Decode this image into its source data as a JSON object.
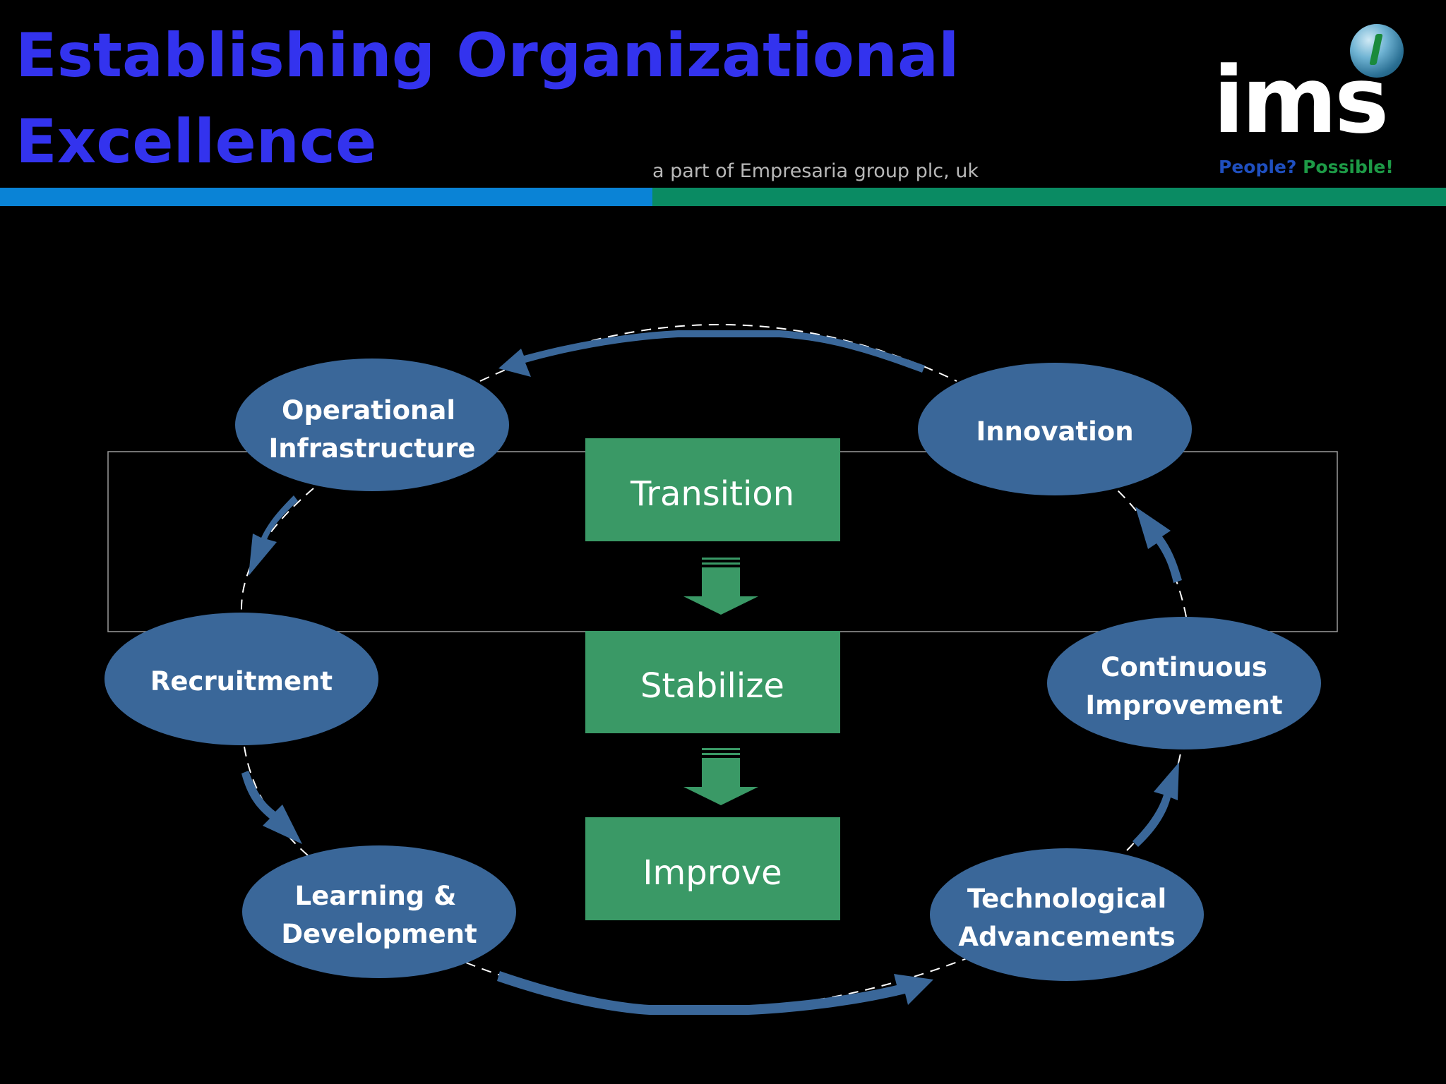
{
  "header": {
    "title": "Establishing Organizational\nExcellence",
    "tagline": "a part of Empresaria group plc, uk"
  },
  "logo": {
    "wordmark": "ims",
    "tagline_part1": "People?",
    "tagline_part2": "Possible!",
    "icon": "globe-icon"
  },
  "colors": {
    "title": "#3333ee",
    "ellipse_fill": "#3a6799",
    "box_fill": "#3a9966",
    "arrow_fill": "#3a6799",
    "stripe_blue": "#0a83d6",
    "stripe_green": "#0a8b63"
  },
  "cycle_nodes": [
    {
      "id": "operational-infrastructure",
      "lines": [
        "Operational",
        "Infrastructure"
      ]
    },
    {
      "id": "innovation",
      "lines": [
        "Innovation"
      ]
    },
    {
      "id": "continuous-improvement",
      "lines": [
        "Continuous",
        "Improvement"
      ]
    },
    {
      "id": "technological-advancements",
      "lines": [
        "Technological",
        "Advancements"
      ]
    },
    {
      "id": "learning-development",
      "lines": [
        "Learning &",
        "Development"
      ]
    },
    {
      "id": "recruitment",
      "lines": [
        "Recruitment"
      ]
    }
  ],
  "process_steps": [
    {
      "id": "transition",
      "label": "Transition"
    },
    {
      "id": "stabilize",
      "label": "Stabilize"
    },
    {
      "id": "improve",
      "label": "Improve"
    }
  ]
}
